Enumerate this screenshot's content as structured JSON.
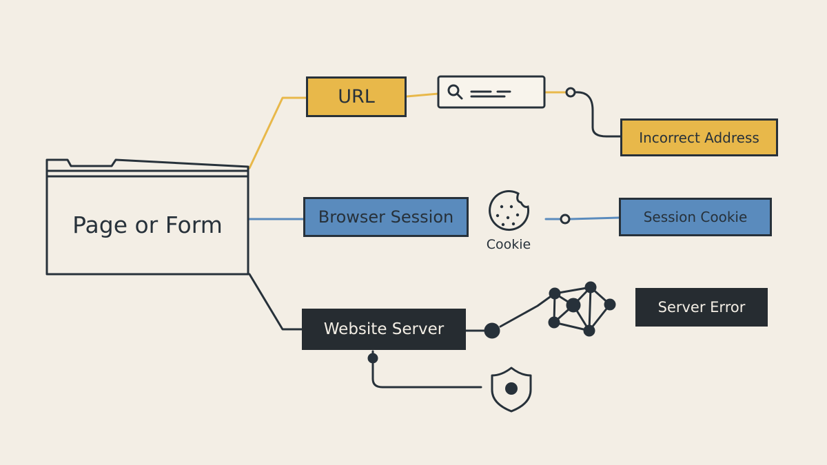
{
  "colors": {
    "background": "#f3eee5",
    "ink": "#27313a",
    "url_yellow": "#e8b84a",
    "session_blue": "#5a8bbd",
    "server_dark": "#262c31"
  },
  "nodes": {
    "page_form": "Page or Form",
    "url": "URL",
    "incorrect_address": "Incorrect Address",
    "browser_session": "Browser Session",
    "cookie": "Cookie",
    "session_cookie": "Session Cookie",
    "website_server": "Website Server",
    "server_error": "Server Error"
  },
  "icons": {
    "folder": "folder-icon",
    "search_bar": "search-bar-icon",
    "cookie": "cookie-icon",
    "network": "network-icon",
    "shield": "shield-icon"
  }
}
